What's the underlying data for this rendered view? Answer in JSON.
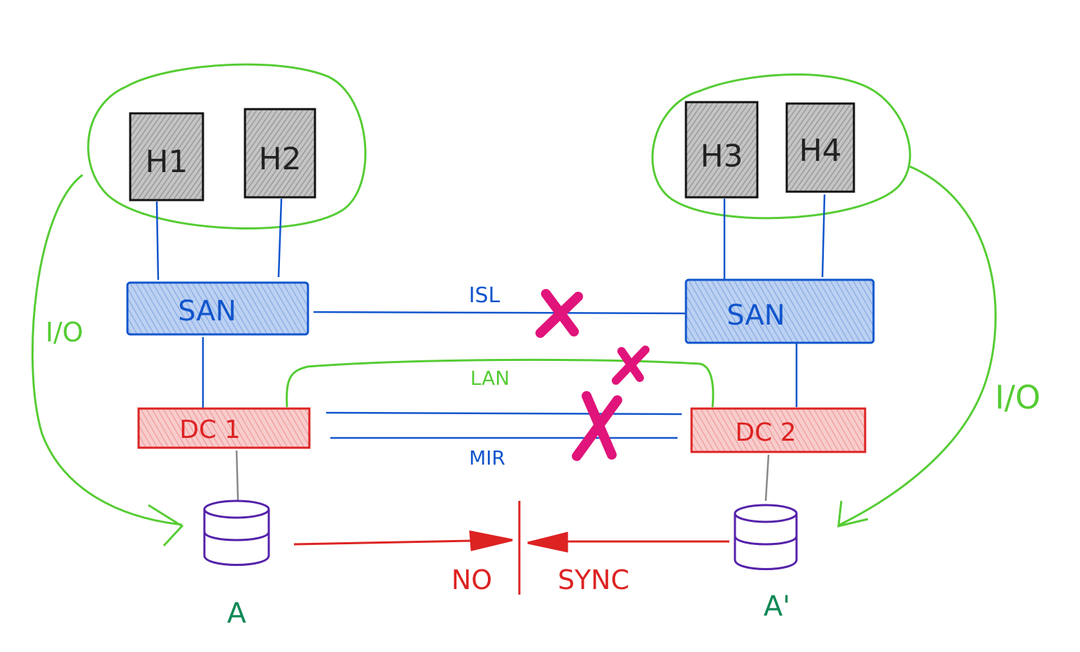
{
  "colors": {
    "green": "#55cc33",
    "blue": "#1155cc",
    "red": "#dd2222",
    "purple": "#5522aa",
    "magenta": "#e0147a",
    "gray": "#888888",
    "teal": "#118855",
    "host_fill": "#b8b8b8",
    "san_fill": "#a9c4ee",
    "dc_fill": "#f4b4b4"
  },
  "hosts": {
    "h1": "H1",
    "h2": "H2",
    "h3": "H3",
    "h4": "H4"
  },
  "switches": {
    "left": "SAN",
    "right": "SAN"
  },
  "controllers": {
    "left": "DC 1",
    "right": "DC 2"
  },
  "links": {
    "isl": "ISL",
    "lan": "LAN",
    "mir": "MIR"
  },
  "io": {
    "left": "I/O",
    "right": "I/O"
  },
  "volumes": {
    "left": "A",
    "right": "A'"
  },
  "sync": {
    "no": "NO",
    "sync": "SYNC"
  }
}
